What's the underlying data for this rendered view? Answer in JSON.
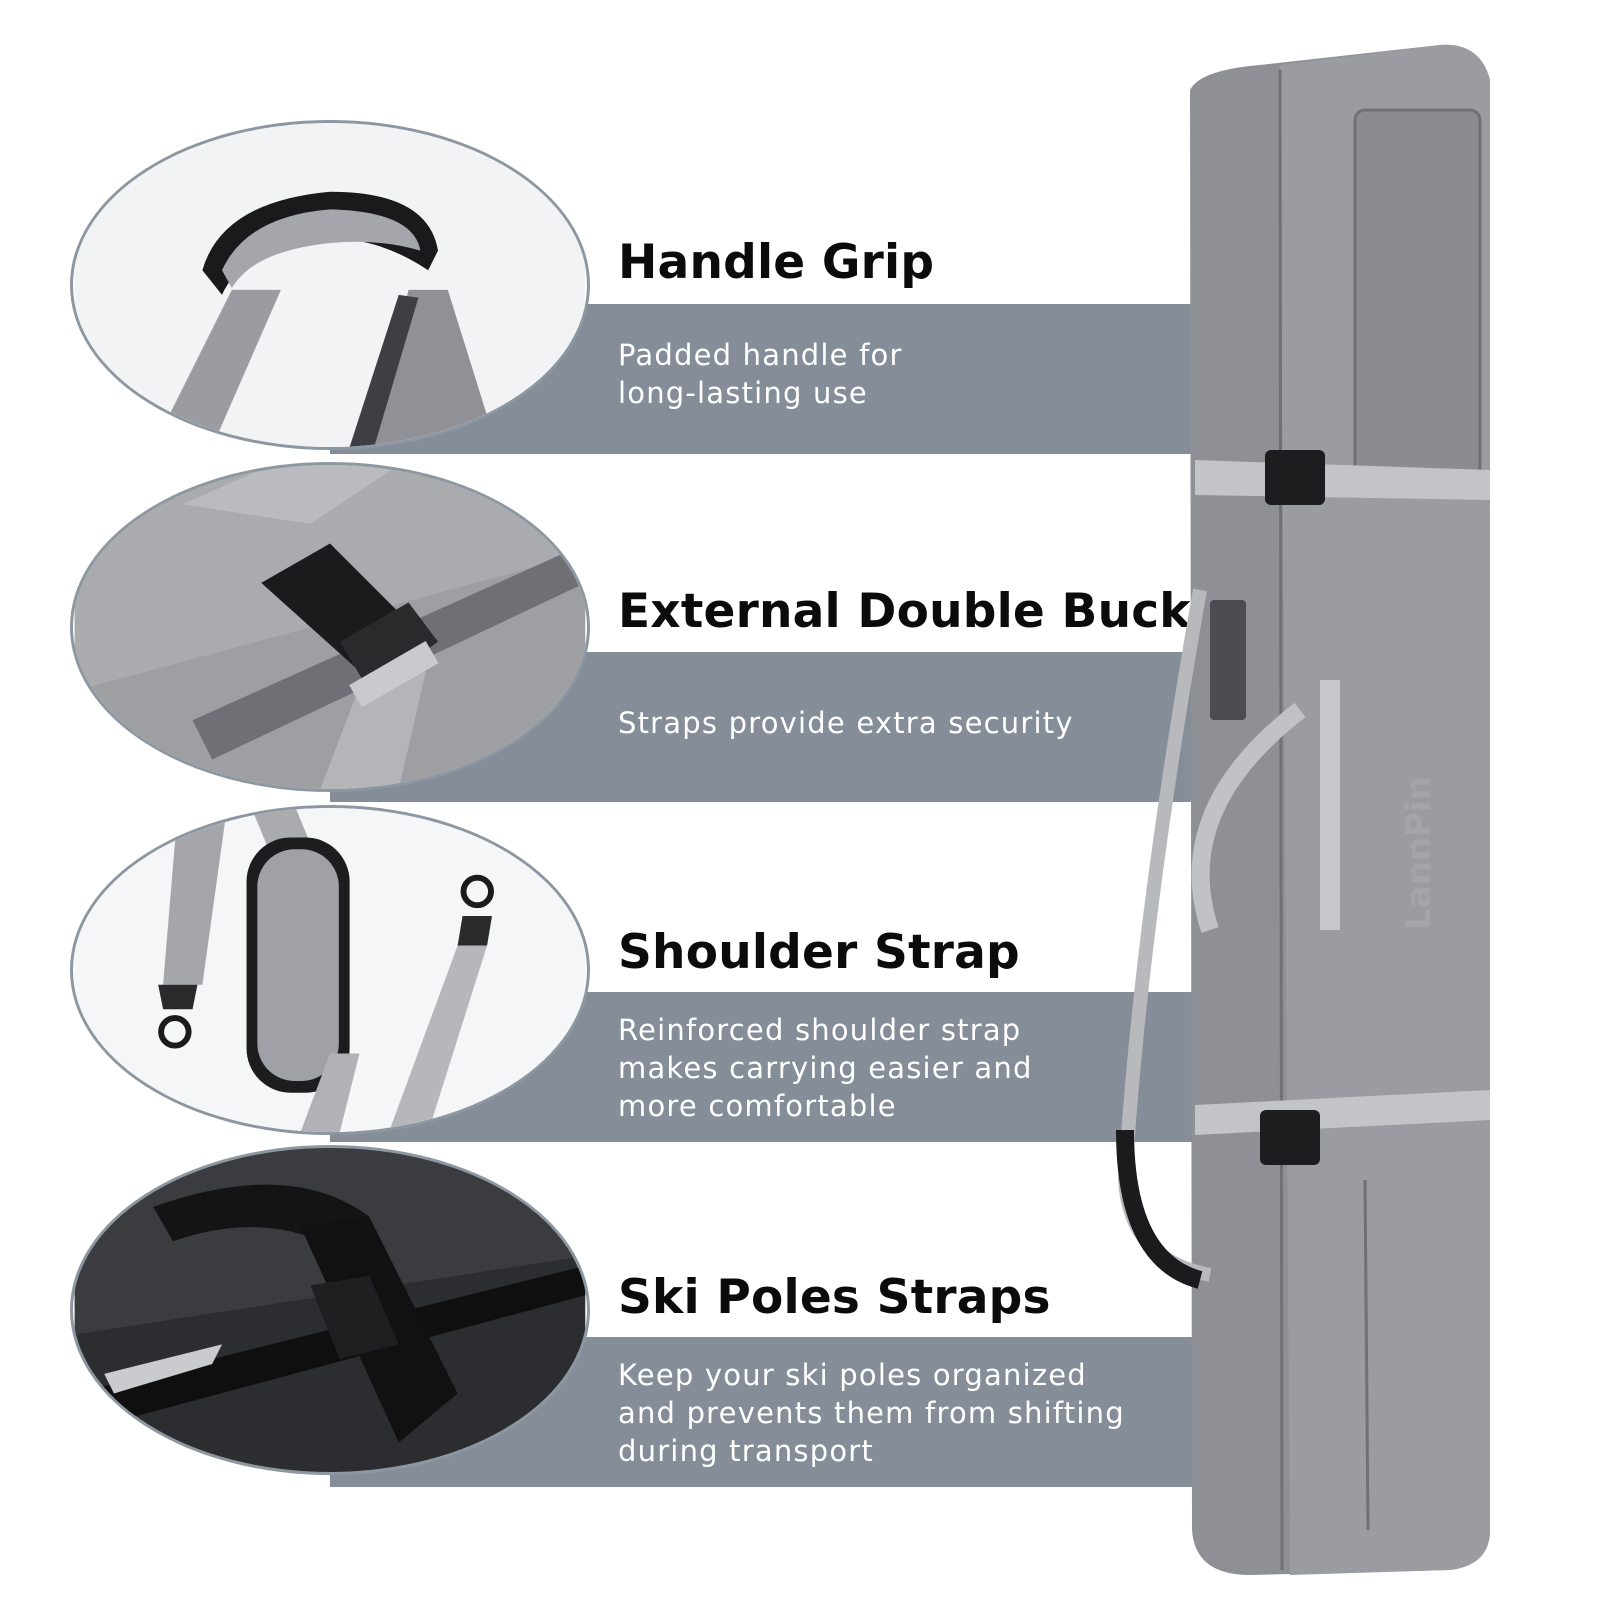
{
  "features": [
    {
      "title": "Handle Grip",
      "description": [
        "Padded handle for",
        "long-lasting use"
      ],
      "icon": "handle-grip-icon"
    },
    {
      "title": "External Double Buckles",
      "description": [
        "Straps provide extra security"
      ],
      "icon": "buckle-icon"
    },
    {
      "title": "Shoulder Strap",
      "description": [
        "Reinforced shoulder strap",
        "makes carrying easier and",
        "more comfortable"
      ],
      "icon": "shoulder-strap-icon"
    },
    {
      "title": "Ski Poles Straps",
      "description": [
        "Keep your ski poles organized",
        "and prevents them from shifting",
        "during transport"
      ],
      "icon": "ski-pole-strap-icon"
    }
  ],
  "product": {
    "brand_print": "LannPin",
    "color": "#8e9096"
  },
  "colors": {
    "band": "#848d98",
    "title": "#0b0b0b",
    "description": "#ffffff",
    "oval_border": "#8d97a2"
  }
}
